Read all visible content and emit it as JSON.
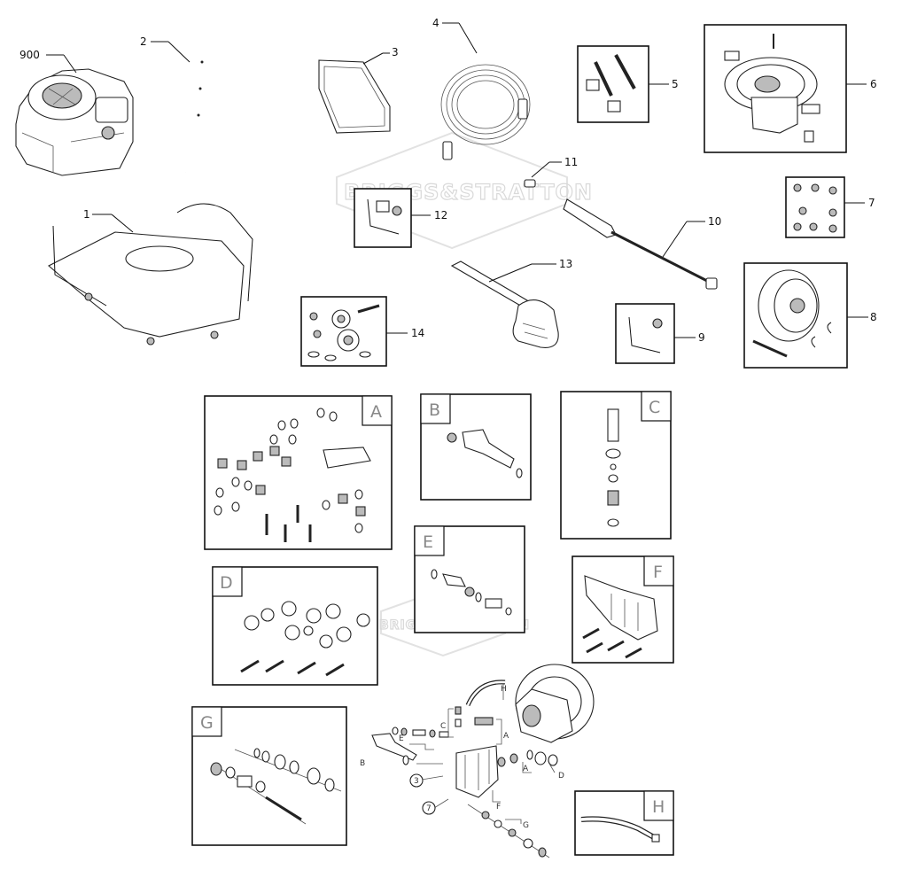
{
  "watermark": {
    "brand": "BRIGGS&STRATTON"
  },
  "callouts": {
    "engine": "900",
    "handle": "2",
    "panel": "3",
    "hose": "4",
    "fastener_kit": "5",
    "pump": "6",
    "hardware_kit": "7",
    "wheel": "8",
    "axle_kit": "9",
    "lance": "10",
    "nozzle": "11",
    "bolt_kit": "12",
    "gun": "13",
    "bearing_kit": "14",
    "frame": "1"
  },
  "kits": {
    "A": "A",
    "B": "B",
    "C": "C",
    "D": "D",
    "E": "E",
    "F": "F",
    "G": "G",
    "H": "H"
  },
  "exploded_view": {
    "labels": [
      "H",
      "C",
      "A",
      "E",
      "B",
      "A",
      "D",
      "F",
      "G"
    ],
    "circle_refs": [
      "3",
      "7"
    ]
  }
}
